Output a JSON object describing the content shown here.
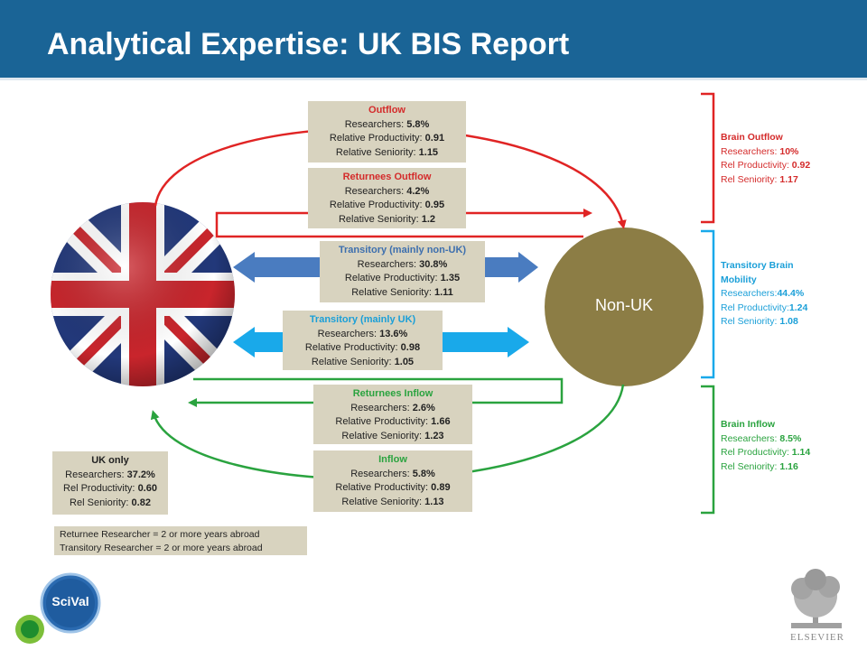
{
  "header": {
    "title": "Analytical Expertise: UK BIS Report"
  },
  "nodes": {
    "non_uk_label": "Non-UK"
  },
  "flows": {
    "outflow": {
      "title": "Outflow",
      "r_label": "Researchers:",
      "r_val": "5.8%",
      "p_label": "Relative Productivity:",
      "p_val": "0.91",
      "s_label": "Relative Seniority:",
      "s_val": "1.15"
    },
    "returnees_outflow": {
      "title": "Returnees Outflow",
      "r_label": "Researchers:",
      "r_val": "4.2%",
      "p_label": "Relative Productivity:",
      "p_val": "0.95",
      "s_label": "Relative Seniority:",
      "s_val": "1.2"
    },
    "transitory_non_uk": {
      "title": "Transitory (mainly non-UK)",
      "r_label": "Researchers:",
      "r_val": "30.8%",
      "p_label": "Relative Productivity:",
      "p_val": "1.35",
      "s_label": "Relative Seniority:",
      "s_val": "1.11"
    },
    "transitory_uk": {
      "title": "Transitory (mainly UK)",
      "r_label": "Researchers:",
      "r_val": "13.6%",
      "p_label": "Relative Productivity:",
      "p_val": "0.98",
      "s_label": "Relative Seniority:",
      "s_val": "1.05"
    },
    "returnees_inflow": {
      "title": "Returnees Inflow",
      "r_label": "Researchers:",
      "r_val": "2.6%",
      "p_label": "Relative Productivity:",
      "p_val": "1.66",
      "s_label": "Relative Seniority:",
      "s_val": "1.23"
    },
    "inflow": {
      "title": "Inflow",
      "r_label": "Researchers:",
      "r_val": "5.8%",
      "p_label": "Relative Productivity:",
      "p_val": "0.89",
      "s_label": "Relative Seniority:",
      "s_val": "1.13"
    }
  },
  "uk_only": {
    "title": "UK only",
    "r_label": "Researchers:",
    "r_val": "37.2%",
    "p_label": "Rel Productivity:",
    "p_val": "0.60",
    "s_label": "Rel Seniority:",
    "s_val": "0.82"
  },
  "note": {
    "line1": "Returnee Researcher = 2 or more years abroad",
    "line2": "Transitory Researcher = 2 or more years abroad"
  },
  "summaries": {
    "brain_outflow": {
      "title": "Brain Outflow",
      "r_label": "Researchers:",
      "r_val": "10%",
      "p_label": "Rel Productivity:",
      "p_val": "0.92",
      "s_label": "Rel Seniority:",
      "s_val": "1.17"
    },
    "transitory_brain_mobility": {
      "title_line1": "Transitory Brain",
      "title_line2": "Mobility",
      "r_label": "Researchers:",
      "r_val": "44.4%",
      "p_label": "Rel Productivity:",
      "p_val": "1.24",
      "s_label": "Rel Seniority:",
      "s_val": "1.08"
    },
    "brain_inflow": {
      "title": "Brain Inflow",
      "r_label": "Researchers:",
      "r_val": "8.5%",
      "p_label": "Rel Productivity:",
      "p_val": "1.14",
      "s_label": "Rel Seniority:",
      "s_val": "1.16"
    }
  },
  "logos": {
    "scival": "SciVal",
    "elsevier": "ELSEVIER"
  },
  "colors": {
    "header": "#1a6496",
    "outflow": "#e02424",
    "transitory_non_uk": "#4a7cc0",
    "transitory_uk": "#19a9ea",
    "inflow": "#2aa33f",
    "non_uk_node": "#8c7d45",
    "box": "#d8d3bf"
  }
}
